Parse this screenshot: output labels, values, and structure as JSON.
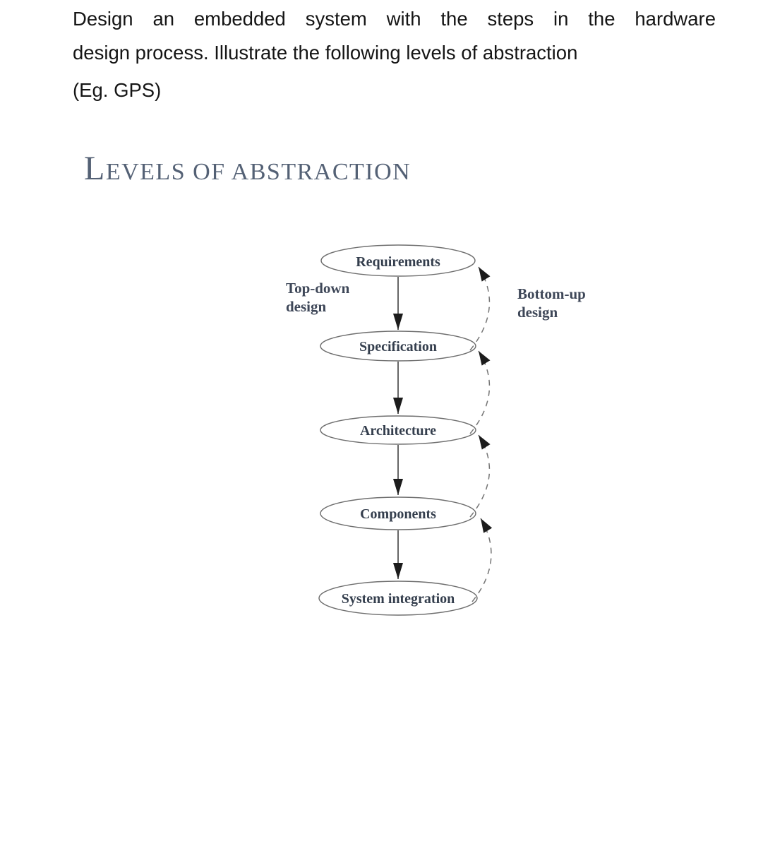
{
  "question": {
    "line1": "Design an embedded system with the steps in the hardware",
    "line2": "design process. Illustrate the following levels of abstraction",
    "example": "(Eg. GPS)"
  },
  "heading": {
    "title": "LEVELS OF ABSTRACTION"
  },
  "diagram": {
    "nodes": [
      "Requirements",
      "Specification",
      "Architecture",
      "Components",
      "System integration"
    ],
    "left_label": {
      "line1": "Top-down",
      "line2": "design"
    },
    "right_label": {
      "line1": "Bottom-up",
      "line2": "design"
    },
    "colors": {
      "heading_text": "#546175",
      "node_text": "#343e4d",
      "label_text": "#3e4758",
      "outline": "#6e6e6e",
      "arrow": "#1c1c1c"
    }
  }
}
